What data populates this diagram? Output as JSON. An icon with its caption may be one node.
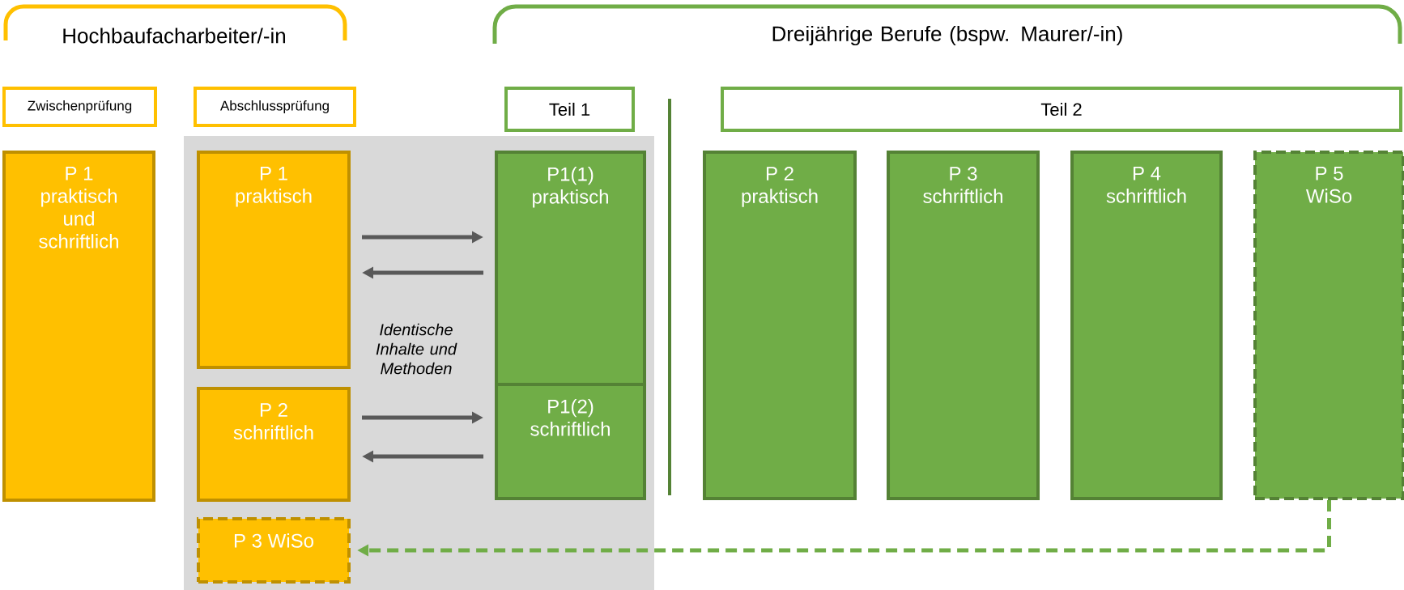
{
  "diagram": {
    "nodes": [
      {
        "text": [
          "Zwischenprüfung"
        ]
      },
      {
        "text": [
          "Abschlussprüfung"
        ]
      },
      {
        "text": [
          "Teil 1"
        ]
      },
      {
        "text": [
          "Teil 2"
        ]
      },
      {
        "text": [
          "P 1",
          "praktisch und schriftlich"
        ]
      },
      {
        "text": [
          "P 1",
          "praktisch"
        ]
      },
      {
        "text": [
          "P 2",
          "schriftlich"
        ]
      },
      {
        "text": [
          "P 3 WiSo"
        ]
      },
      {
        "text": [
          "P1(1)",
          "praktisch"
        ]
      },
      {
        "text": [
          "P1(2)",
          "schriftlich"
        ]
      },
      {
        "text": [
          "P 2",
          "praktisch"
        ]
      },
      {
        "text": [
          "P 3",
          "schriftlich"
        ]
      },
      {
        "text": [
          "P 4",
          "schriftlich"
        ]
      },
      {
        "text": [
          "P 5",
          "WiSo"
        ]
      }
    ],
    "edges": [
      {
        "from": 5,
        "to": 8,
        "arrow": "to"
      },
      {
        "from": 8,
        "to": 5,
        "arrow": "to"
      },
      {
        "from": 6,
        "to": 9,
        "arrow": "to"
      },
      {
        "from": 9,
        "to": 6,
        "arrow": "to"
      },
      {
        "from": 13,
        "to": 7,
        "arrow": "to",
        "style": "dashed",
        "color": "#70ad47"
      }
    ],
    "labels": [
      "Hochbaufacharbeiter/-in",
      "Dreijährige Berufe (bspw. Maurer/-in)",
      "Identische Inhalte und Methoden"
    ]
  }
}
